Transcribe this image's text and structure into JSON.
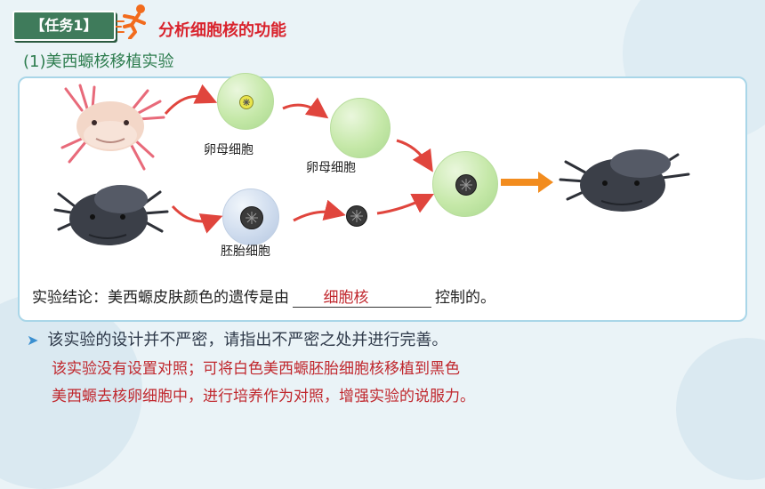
{
  "header": {
    "task_tag": "【任务1】",
    "task_title": "分析细胞核的功能",
    "sub_title": "(1)美西螈核移植实验"
  },
  "diagram": {
    "label_egg_1": "卵母细胞",
    "label_egg_2": "卵母细胞",
    "label_embryo": "胚胎细胞"
  },
  "conclusion": {
    "prefix": "实验结论：美西螈皮肤颜色的遗传是由",
    "answer": "细胞核",
    "suffix": "控制的。"
  },
  "question": {
    "text": "该实验的设计并不严密，请指出不严密之处并进行完善。"
  },
  "answer_text": {
    "line1": "该实验没有设置对照；可将白色美西螈胚胎细胞核移植到黑色",
    "line2": "美西螈去核卵细胞中，进行培养作为对照，增强实验的说服力。"
  },
  "colors": {
    "task_tag_bg": "#3f7b5b",
    "title_red": "#d9232d",
    "subtitle_green": "#2e7d4f",
    "arrow_red": "#e0453d",
    "arrow_orange": "#f28c1e"
  }
}
